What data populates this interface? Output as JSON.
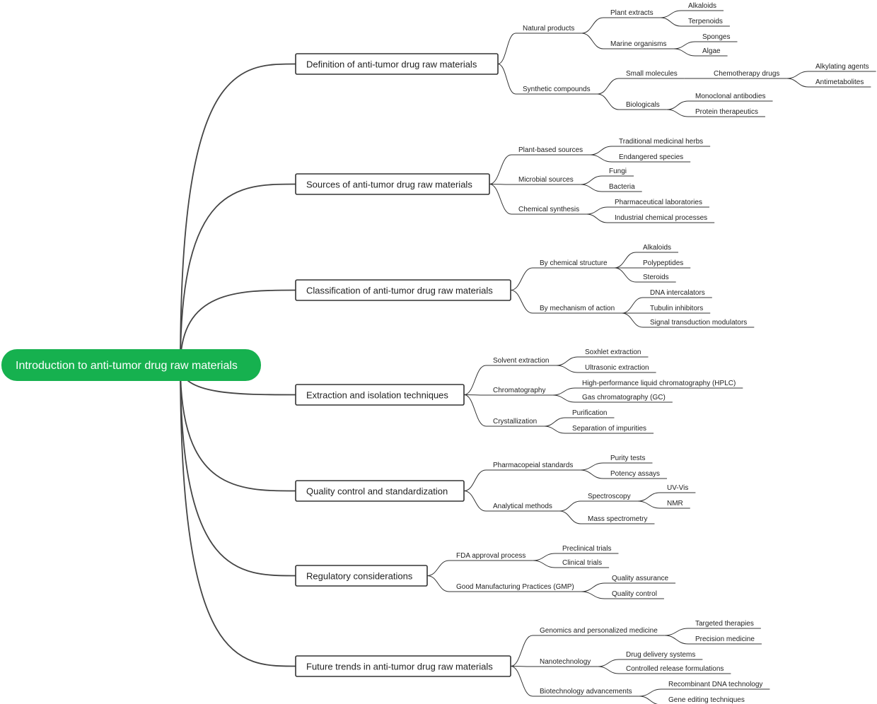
{
  "root": {
    "label": "Introduction to anti-tumor drug raw materials",
    "color": "#16b14f",
    "children": [
      {
        "label": "Definition of anti-tumor drug raw materials",
        "children": [
          {
            "label": "Natural products",
            "children": [
              {
                "label": "Plant extracts",
                "children": [
                  {
                    "label": "Alkaloids"
                  },
                  {
                    "label": "Terpenoids"
                  }
                ]
              },
              {
                "label": "Marine organisms",
                "children": [
                  {
                    "label": "Sponges"
                  },
                  {
                    "label": "Algae"
                  }
                ]
              }
            ]
          },
          {
            "label": "Synthetic compounds",
            "children": [
              {
                "label": "Small molecules",
                "children": [
                  {
                    "label": "Chemotherapy drugs",
                    "children": [
                      {
                        "label": "Alkylating agents"
                      },
                      {
                        "label": "Antimetabolites"
                      }
                    ]
                  }
                ]
              },
              {
                "label": "Biologicals",
                "children": [
                  {
                    "label": "Monoclonal antibodies"
                  },
                  {
                    "label": "Protein therapeutics"
                  }
                ]
              }
            ]
          }
        ]
      },
      {
        "label": "Sources of anti-tumor drug raw materials",
        "children": [
          {
            "label": "Plant-based sources",
            "children": [
              {
                "label": "Traditional medicinal herbs"
              },
              {
                "label": "Endangered species"
              }
            ]
          },
          {
            "label": "Microbial sources",
            "children": [
              {
                "label": "Fungi"
              },
              {
                "label": "Bacteria"
              }
            ]
          },
          {
            "label": "Chemical synthesis",
            "children": [
              {
                "label": "Pharmaceutical laboratories"
              },
              {
                "label": "Industrial chemical processes"
              }
            ]
          }
        ]
      },
      {
        "label": "Classification of anti-tumor drug raw materials",
        "children": [
          {
            "label": "By chemical structure",
            "children": [
              {
                "label": "Alkaloids"
              },
              {
                "label": "Polypeptides"
              },
              {
                "label": "Steroids"
              }
            ]
          },
          {
            "label": "By mechanism of action",
            "children": [
              {
                "label": "DNA intercalators"
              },
              {
                "label": "Tubulin inhibitors"
              },
              {
                "label": "Signal transduction modulators"
              }
            ]
          }
        ]
      },
      {
        "label": "Extraction and isolation techniques",
        "children": [
          {
            "label": "Solvent extraction",
            "children": [
              {
                "label": "Soxhlet extraction"
              },
              {
                "label": "Ultrasonic extraction"
              }
            ]
          },
          {
            "label": "Chromatography",
            "children": [
              {
                "label": "High-performance liquid chromatography (HPLC)"
              },
              {
                "label": "Gas chromatography (GC)"
              }
            ]
          },
          {
            "label": "Crystallization",
            "children": [
              {
                "label": "Purification"
              },
              {
                "label": "Separation of impurities"
              }
            ]
          }
        ]
      },
      {
        "label": "Quality control and standardization",
        "children": [
          {
            "label": "Pharmacopeial standards",
            "children": [
              {
                "label": "Purity tests"
              },
              {
                "label": "Potency assays"
              }
            ]
          },
          {
            "label": "Analytical methods",
            "children": [
              {
                "label": "Spectroscopy",
                "children": [
                  {
                    "label": "UV-Vis"
                  },
                  {
                    "label": "NMR"
                  }
                ]
              },
              {
                "label": "Mass spectrometry"
              }
            ]
          }
        ]
      },
      {
        "label": "Regulatory considerations",
        "children": [
          {
            "label": "FDA approval process",
            "children": [
              {
                "label": "Preclinical trials"
              },
              {
                "label": "Clinical trials"
              }
            ]
          },
          {
            "label": "Good Manufacturing Practices (GMP)",
            "children": [
              {
                "label": "Quality assurance"
              },
              {
                "label": "Quality control"
              }
            ]
          }
        ]
      },
      {
        "label": "Future trends in anti-tumor drug raw materials",
        "children": [
          {
            "label": "Genomics and personalized medicine",
            "children": [
              {
                "label": "Targeted therapies"
              },
              {
                "label": "Precision medicine"
              }
            ]
          },
          {
            "label": "Nanotechnology",
            "children": [
              {
                "label": "Drug delivery systems"
              },
              {
                "label": "Controlled release formulations"
              }
            ]
          },
          {
            "label": "Biotechnology advancements",
            "children": [
              {
                "label": "Recombinant DNA technology"
              },
              {
                "label": "Gene editing techniques"
              }
            ]
          }
        ]
      }
    ]
  }
}
